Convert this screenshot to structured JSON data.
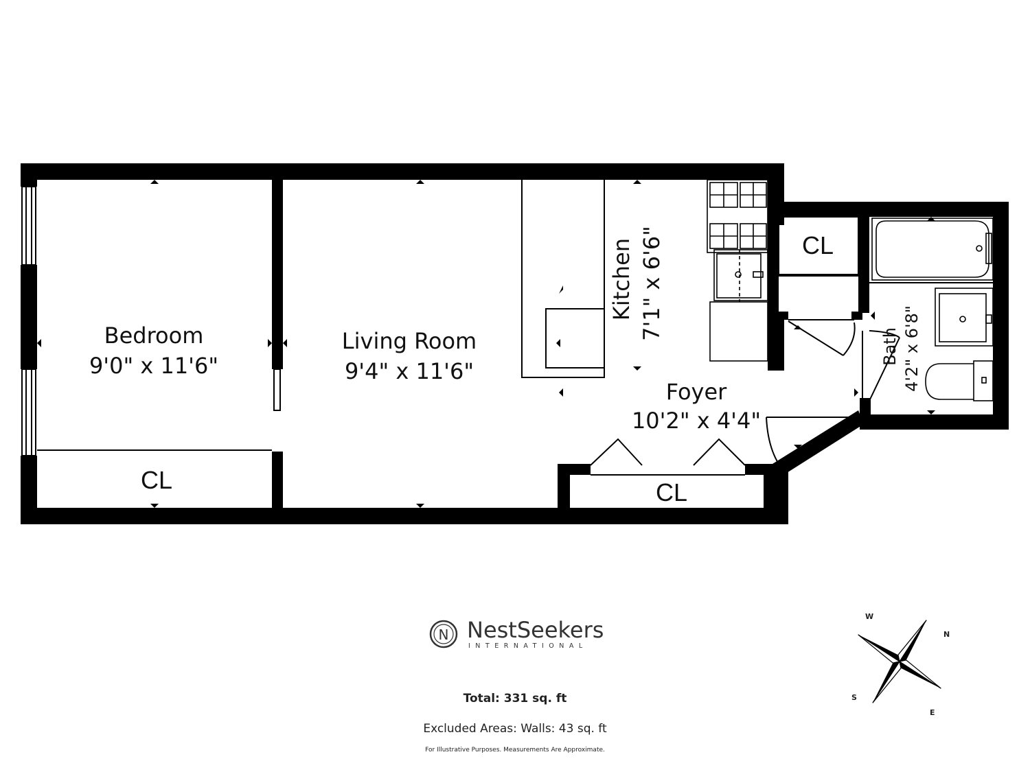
{
  "rooms": {
    "bedroom": {
      "name": "Bedroom",
      "dims": "9'0\" x 11'6\""
    },
    "living_room": {
      "name": "Living Room",
      "dims": "9'4\" x 11'6\""
    },
    "kitchen": {
      "name": "Kitchen",
      "dims": "7'1\" x 6'6\""
    },
    "foyer": {
      "name": "Foyer",
      "dims": "10'2\" x 4'4\""
    },
    "bath": {
      "name": "Bath",
      "dims": "4'2\" x 6'8\""
    },
    "closet_label": "CL"
  },
  "logo": {
    "name": "NestSeekers",
    "subtitle": "INTERNATIONAL",
    "mark": "N"
  },
  "compass": {
    "w": "W",
    "n": "N",
    "s": "S",
    "e": "E"
  },
  "totals": {
    "total": "Total: 331 sq. ft",
    "excluded": "Excluded Areas: Walls: 43 sq. ft",
    "disclaimer": "For Illustrative Purposes. Measurements Are Approximate."
  },
  "colors": {
    "wall": "#000000",
    "background": "#ffffff",
    "fixture_line": "#333333"
  }
}
